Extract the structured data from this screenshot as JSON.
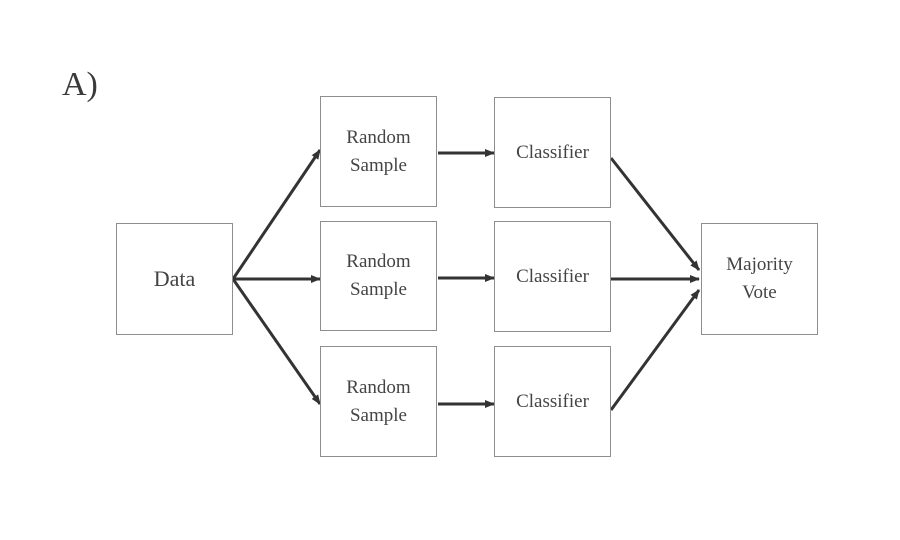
{
  "panel_label": "A)",
  "nodes": {
    "data": "Data",
    "samples": [
      "Random\nSample",
      "Random\nSample",
      "Random\nSample"
    ],
    "classifiers": [
      "Classifier",
      "Classifier",
      "Classifier"
    ],
    "vote": "Majority\nVote"
  },
  "colors": {
    "arrow": "#333333",
    "box_border": "#8e8e8e",
    "text": "#444444"
  }
}
